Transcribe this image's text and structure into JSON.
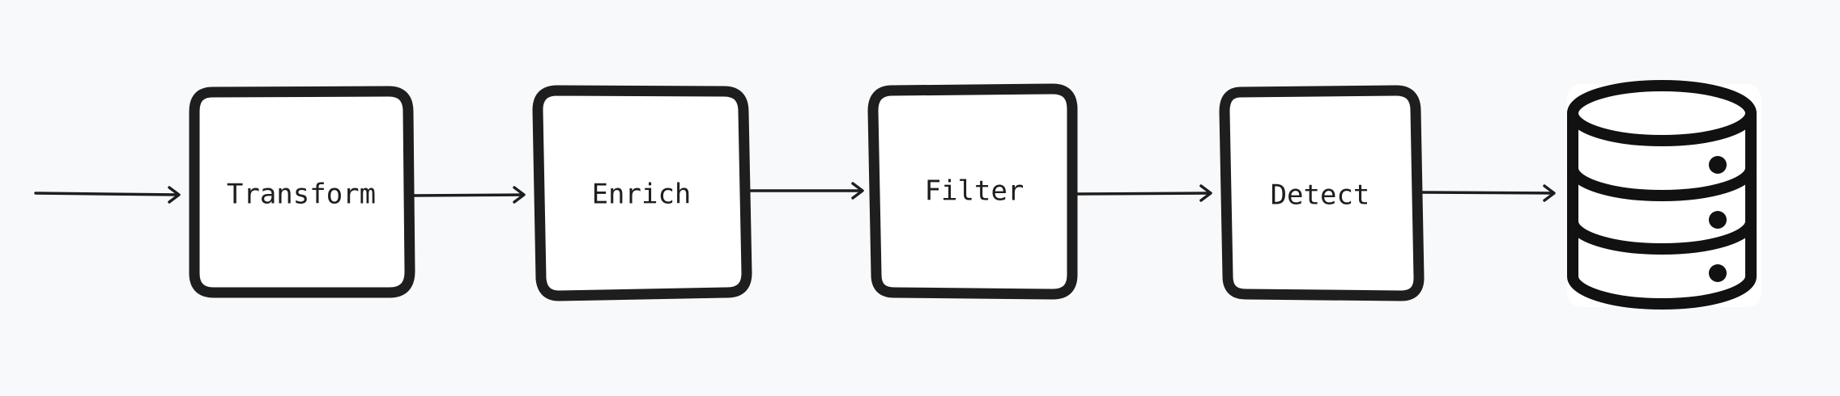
{
  "diagram": {
    "type": "pipeline-flow",
    "nodes": [
      {
        "id": "transform",
        "label": "Transform"
      },
      {
        "id": "enrich",
        "label": "Enrich"
      },
      {
        "id": "filter",
        "label": "Filter"
      },
      {
        "id": "detect",
        "label": "Detect"
      }
    ],
    "sink": {
      "icon": "database-icon"
    },
    "edges": [
      {
        "from": "input",
        "to": "transform"
      },
      {
        "from": "transform",
        "to": "enrich"
      },
      {
        "from": "enrich",
        "to": "filter"
      },
      {
        "from": "filter",
        "to": "detect"
      },
      {
        "from": "detect",
        "to": "sink"
      }
    ],
    "colors": {
      "background": "#f8f9fb",
      "stroke": "#1e1e1e",
      "box_fill": "#ffffff"
    }
  }
}
